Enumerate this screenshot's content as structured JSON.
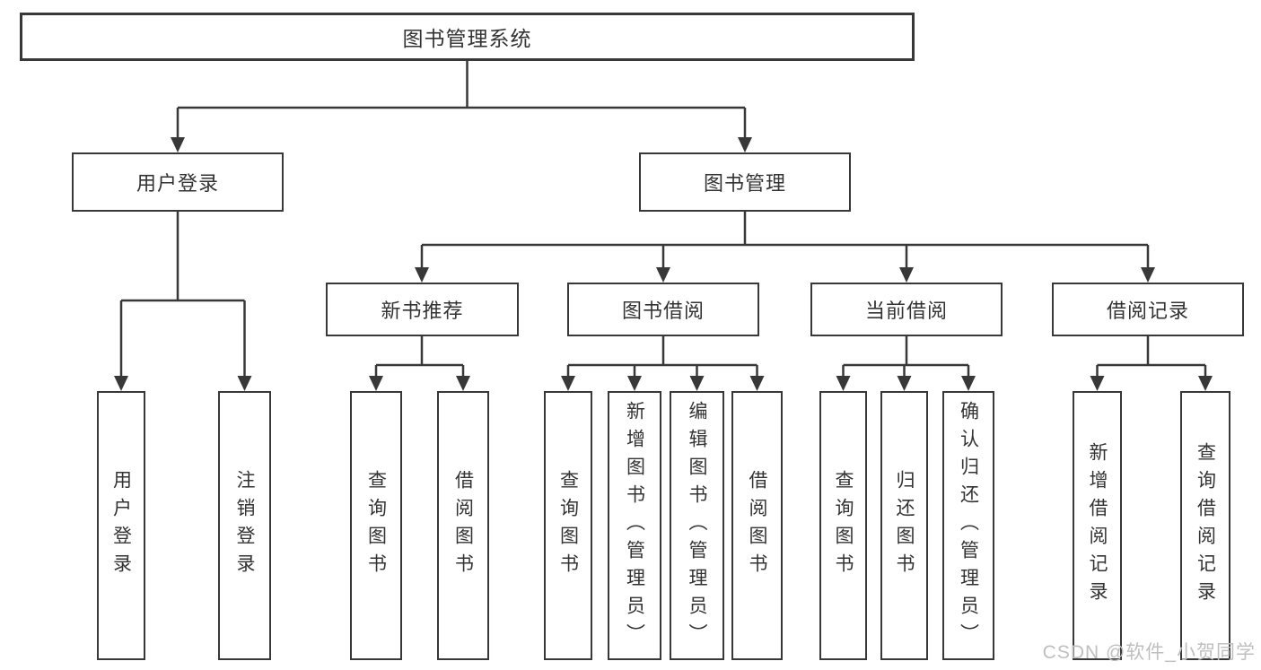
{
  "watermark": {
    "text": "CSDN @软件_小贺同学"
  },
  "colors": {
    "line": "#383838",
    "text": "#333333",
    "watermark": "#bfbfbf",
    "background": "#ffffff"
  },
  "tree": {
    "root": {
      "label": "图书管理系统"
    },
    "branches": [
      {
        "label": "用户登录",
        "children": [
          {
            "label": "用户登录"
          },
          {
            "label": "注销登录"
          }
        ]
      },
      {
        "label": "图书管理",
        "children": [
          {
            "label": "新书推荐",
            "children": [
              {
                "label": "查询图书"
              },
              {
                "label": "借阅图书"
              }
            ]
          },
          {
            "label": "图书借阅",
            "children": [
              {
                "label": "查询图书"
              },
              {
                "label": "新增图书（管理员）"
              },
              {
                "label": "编辑图书（管理员）"
              },
              {
                "label": "借阅图书"
              }
            ]
          },
          {
            "label": "当前借阅",
            "children": [
              {
                "label": "查询图书"
              },
              {
                "label": "归还图书"
              },
              {
                "label": "确认归还（管理员）"
              }
            ]
          },
          {
            "label": "借阅记录",
            "children": [
              {
                "label": "新增借阅记录"
              },
              {
                "label": "查询借阅记录"
              }
            ]
          }
        ]
      }
    ]
  }
}
